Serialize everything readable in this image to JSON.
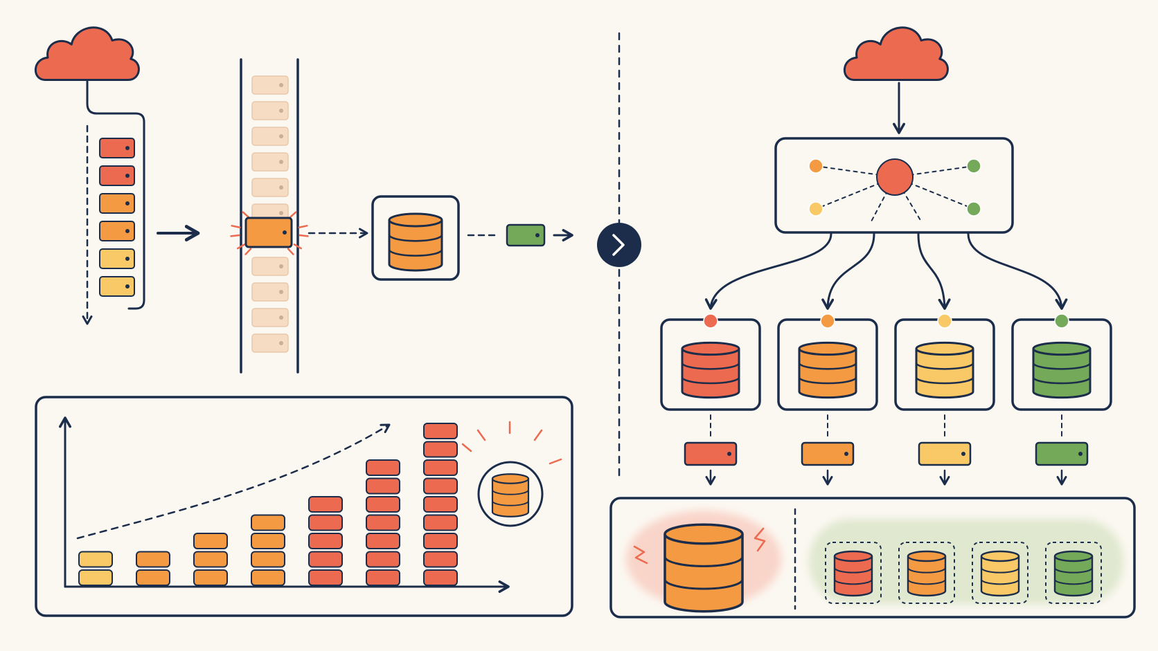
{
  "colors": {
    "background": "#fbf8f1",
    "ink": "#1b2d4a",
    "red": "#ec6a4f",
    "orange": "#f39a42",
    "amber": "#f6b451",
    "yellow": "#f8c966",
    "green": "#74a95a",
    "red_glow": "#f9d4c9",
    "green_glow": "#e0e8cf"
  },
  "left_panel": {
    "queue_items": [
      "red",
      "red",
      "orange",
      "orange",
      "yellow",
      "yellow"
    ],
    "conveyor_slots_above": 6,
    "conveyor_slots_below": 4,
    "active_item": "orange",
    "output_item": "green"
  },
  "growth_chart": {
    "stack_heights": [
      2,
      2,
      3,
      4,
      5,
      7,
      9
    ],
    "stack_colors": [
      "yellow",
      "orange",
      "orange",
      "orange",
      "red",
      "red",
      "red"
    ],
    "trend": "rising",
    "overloaded_database_color": "orange"
  },
  "right_panel": {
    "shards": [
      {
        "color": "red"
      },
      {
        "color": "orange"
      },
      {
        "color": "yellow"
      },
      {
        "color": "green"
      }
    ],
    "router_nodes": [
      "orange",
      "yellow",
      "green",
      "green"
    ],
    "comparison": {
      "monolith_color": "orange",
      "sharded_colors": [
        "red",
        "orange",
        "yellow",
        "green"
      ]
    }
  },
  "divider_button_icon": "chevron-right-icon",
  "icons": [
    "cloud-icon",
    "database-icon",
    "chevron-right-icon",
    "arrow-icon"
  ]
}
